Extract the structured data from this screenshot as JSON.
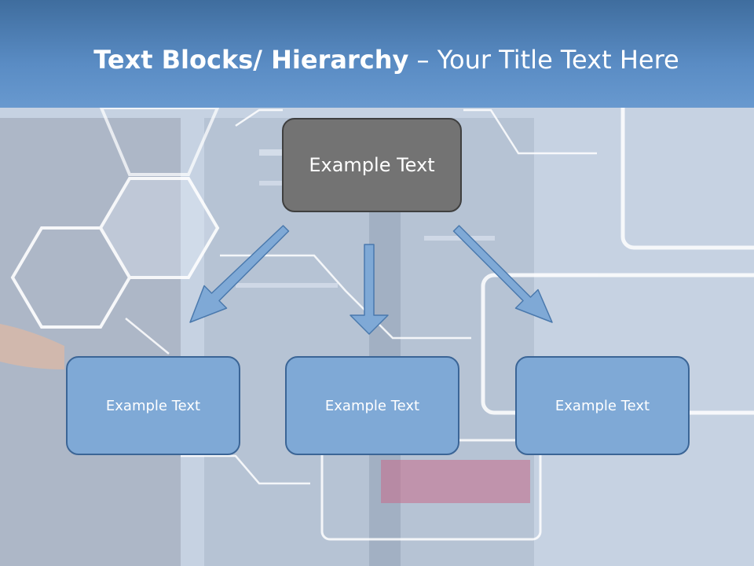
{
  "title": {
    "bold_part": "Text Blocks/ Hierarchy",
    "regular_part": " – Your Title Text Here"
  },
  "top_node": {
    "label": "Example Text"
  },
  "child_nodes": [
    {
      "label": "Example Text"
    },
    {
      "label": "Example Text"
    },
    {
      "label": "Example Text"
    }
  ],
  "colors": {
    "title_bar": "#5a8cc4",
    "top_node_fill": "#737373",
    "child_node_fill": "#7fa9d6",
    "child_node_border": "#3b6596",
    "arrow_fill": "#7fa9d6"
  }
}
